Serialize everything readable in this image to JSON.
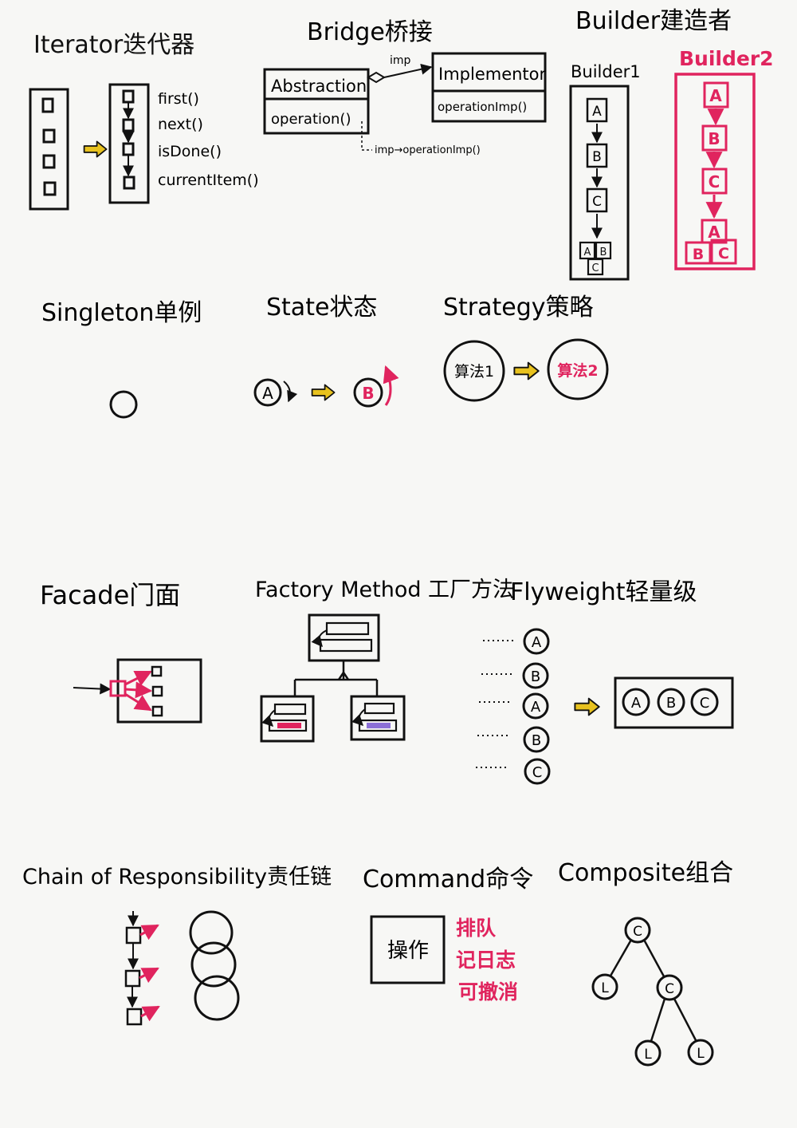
{
  "colors": {
    "ink": "#111111",
    "accent": "#e0245e",
    "arrow_fill": "#e8c21e",
    "paper": "#f7f7f5"
  },
  "sections": {
    "iterator": {
      "title": "Iterator迭代器",
      "methods": [
        "first()",
        "next()",
        "isDone()",
        "currentItem()"
      ]
    },
    "bridge": {
      "title": "Bridge桥接",
      "abstraction": {
        "name": "Abstraction",
        "method": "operation()"
      },
      "implementor": {
        "name": "Implementor",
        "method": "operationImp()"
      },
      "link_label": "imp",
      "note": "imp→operationImp()"
    },
    "builder": {
      "title": "Builder建造者",
      "builder1": {
        "label": "Builder1",
        "parts": [
          "A",
          "B",
          "C"
        ],
        "result": [
          "A",
          "B",
          "C"
        ]
      },
      "builder2": {
        "label": "Builder2",
        "parts": [
          "A",
          "B",
          "C"
        ],
        "result": [
          "A",
          "B",
          "C"
        ]
      }
    },
    "singleton": {
      "title": "Singleton单例"
    },
    "state": {
      "title": "State状态",
      "from": "A",
      "to": "B"
    },
    "strategy": {
      "title": "Strategy策略",
      "from": "算法1",
      "to": "算法2"
    },
    "facade": {
      "title": "Facade门面"
    },
    "factory_method": {
      "title": "Factory Method 工厂方法"
    },
    "flyweight": {
      "title": "Flyweight轻量级",
      "items": [
        "A",
        "B",
        "A",
        "B",
        "C"
      ],
      "pool": [
        "A",
        "B",
        "C"
      ]
    },
    "chain": {
      "title": "Chain of Responsibility责任链"
    },
    "command": {
      "title": "Command命令",
      "box_label": "操作",
      "features": [
        "排队",
        "记日志",
        "可撤消"
      ]
    },
    "composite": {
      "title": "Composite组合",
      "nodes": {
        "composite": "C",
        "leaf": "L"
      }
    }
  }
}
